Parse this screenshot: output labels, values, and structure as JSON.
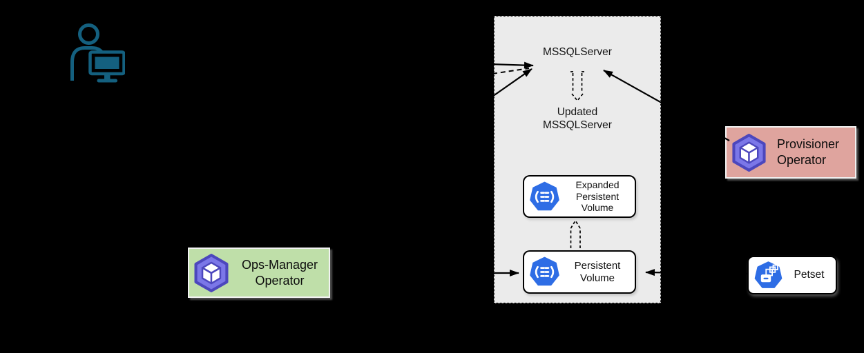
{
  "colors": {
    "panel_gray": "#ebebeb",
    "green_fill": "#bfdfa9",
    "pink_fill": "#dfa49e",
    "k8s_blue": "#2e6de5",
    "operator_purple": "#7b77e8",
    "operator_purple_dark": "#4c47bd",
    "user_blue": "#14607f",
    "box_white": "#ffffff",
    "line_black": "#000000"
  },
  "labels": {
    "mssqlserver": "MSSQLServer",
    "updated_mssqlserver": "Updated\nMSSQLServer",
    "expanded_pv": "Expanded\nPersistent\nVolume",
    "persistent_volume": "Persistent\nVolume",
    "ops_manager_operator": "Ops-Manager\nOperator",
    "provisioner_operator": "Provisioner\nOperator",
    "petset": "Petset"
  },
  "icons": {
    "user": "user-at-computer-icon",
    "operator": "operator-hexagon-cube-icon",
    "persistent_volume": "k8s-persistent-volume-heptagon-icon",
    "petset": "k8s-petset-heptagon-icon"
  }
}
